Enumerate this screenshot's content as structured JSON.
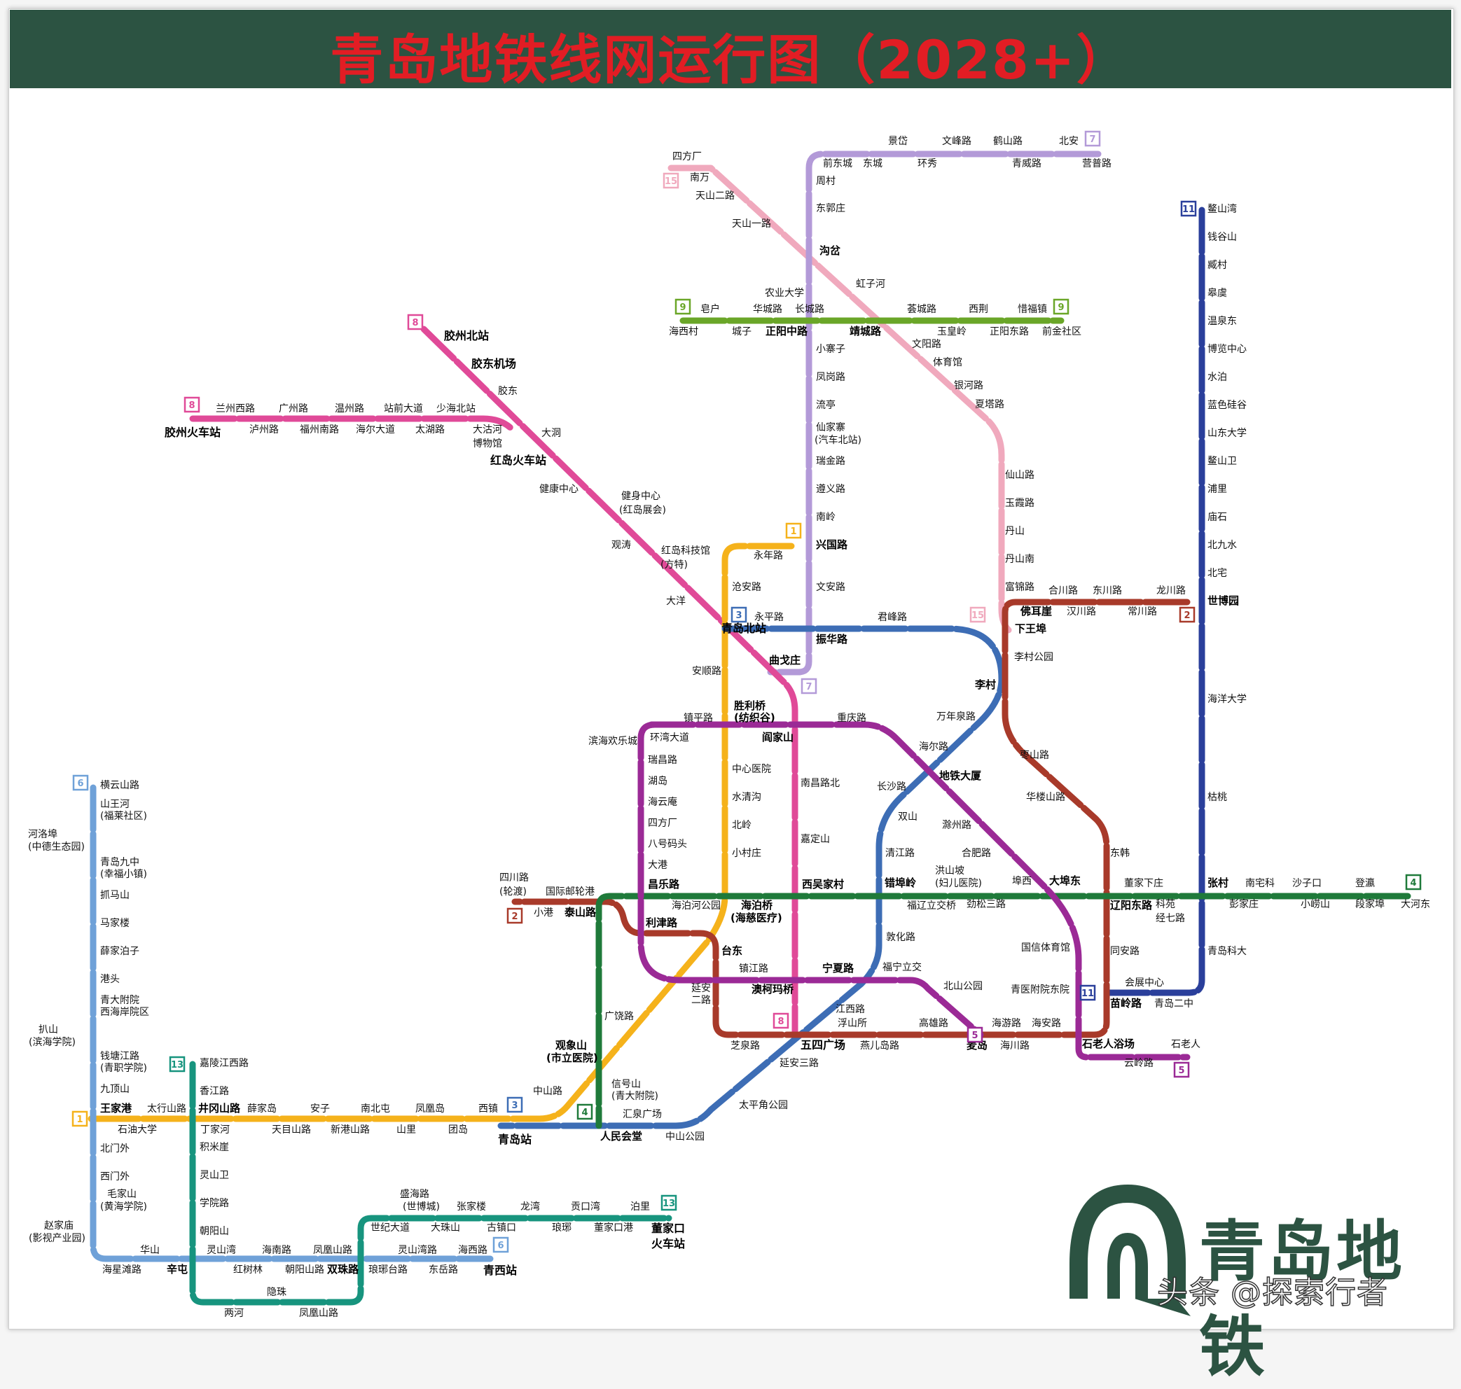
{
  "title": "青岛地铁线网运行图（2028+）",
  "logo": {
    "text": "青岛地铁",
    "color": "#2c5342"
  },
  "watermark": "头条 @探索行者",
  "lines": {
    "1": "#f5b21b",
    "2": "#a83a2a",
    "3": "#3d6db5",
    "4": "#1f7a3a",
    "5": "#9b2a96",
    "6": "#6fa1d8",
    "7": "#b39ad8",
    "8": "#e04a98",
    "9": "#6aa628",
    "11": "#2a3f9b",
    "13": "#17947e",
    "15": "#f0a9bd"
  },
  "badges": [
    "1",
    "1",
    "2",
    "2",
    "3",
    "3",
    "4",
    "4",
    "5",
    "5",
    "6",
    "6",
    "7",
    "7",
    "8",
    "8",
    "8",
    "9",
    "9",
    "11",
    "11",
    "13",
    "13",
    "15",
    "15"
  ],
  "stations": [
    "四方厂",
    "南万",
    "天山二路",
    "天山一路",
    "沟岔",
    "虹子河",
    "文阳路",
    "体育馆",
    "银河路",
    "夏塔路",
    "仙山路",
    "玉霞路",
    "丹山",
    "丹山南",
    "富锦路",
    "景岱",
    "文峰路",
    "鹤山路",
    "北安",
    "前东城",
    "东城",
    "环秀",
    "青威路",
    "营普路",
    "周村",
    "东郭庄",
    "农业大学",
    "小寨子",
    "凤岗路",
    "流亭",
    "仙家寨",
    "(汽车北站)",
    "瑞金路",
    "遵义路",
    "南岭",
    "兴国路",
    "文安路",
    "振华路",
    "曲戈庄",
    "皂户",
    "华城路",
    "长城路",
    "荟城路",
    "西荆",
    "惜福镇",
    "海西村",
    "城子",
    "正阳中路",
    "靖城路",
    "玉皇岭",
    "正阳东路",
    "前金社区",
    "鳌山湾",
    "钱谷山",
    "臧村",
    "皋虞",
    "温泉东",
    "博览中心",
    "水泊",
    "蓝色硅谷",
    "山东大学",
    "鳌山卫",
    "浦里",
    "庙石",
    "北九水",
    "北宅",
    "世博园",
    "海洋大学",
    "枯桃",
    "青岛科大",
    "会展中心",
    "青岛二中",
    "胶州北站",
    "胶东机场",
    "胶东",
    "大洞",
    "大沽河",
    "博物馆",
    "红岛火车站",
    "健康中心",
    "健身中心",
    "(红岛展会)",
    "观涛",
    "红岛科技馆",
    "(方特)",
    "大洋",
    "青岛北站",
    "兰州西路",
    "广州路",
    "温州路",
    "站前大道",
    "少海北站",
    "胶州火车站",
    "泸州路",
    "福州南路",
    "海尔大道",
    "太湖路",
    "永年路",
    "沧安路",
    "永平路",
    "君峰路",
    "安顺路",
    "胜利桥",
    "(纺织谷)",
    "中心医院",
    "水清沟",
    "北岭",
    "小村庄",
    "海泊桥",
    "(海慈医疗)",
    "台东",
    "延安",
    "二路",
    "中山路",
    "青岛站",
    "观象山",
    "(市立医院)",
    "合川路",
    "东川路",
    "龙川路",
    "佛耳崖",
    "汉川路",
    "常川路",
    "下王埠",
    "李村公园",
    "李村",
    "枣山路",
    "华楼山路",
    "东韩",
    "辽阳东路",
    "同安路",
    "苗岭路",
    "石老人浴场",
    "国际邮轮港",
    "四川路",
    "(轮渡)",
    "小港",
    "泰山路",
    "利津路",
    "海泊河公园",
    "万年泉路",
    "海尔路",
    "地铁大厦",
    "长沙路",
    "双山",
    "清江路",
    "错埠岭",
    "福辽立交桥",
    "敦化路",
    "福宁立交",
    "宁夏路",
    "江西路",
    "浮山所",
    "五四广场",
    "延安三路",
    "太平角公园",
    "汇泉广场",
    "中山公园",
    "人民会堂",
    "镇平路",
    "重庆路",
    "阎家山",
    "滨海欢乐城",
    "环湾大道",
    "瑞昌路",
    "湖岛",
    "海云庵",
    "四方厂",
    "八号码头",
    "大港",
    "昌乐路",
    "南昌路北",
    "嘉定山",
    "西吴家村",
    "镇江路",
    "澳柯玛桥",
    "北山公园",
    "芝泉路",
    "燕儿岛路",
    "高雄路",
    "麦岛",
    "海游路",
    "海安路",
    "海川路",
    "云岭路",
    "石老人",
    "滁州路",
    "合肥路",
    "大埠东",
    "洪山坡",
    "(妇儿医院)",
    "劲松三路",
    "埠西",
    "董家下庄",
    "科苑",
    "经七路",
    "张村",
    "南宅科",
    "彭家庄",
    "沙子口",
    "小崂山",
    "登瀛",
    "段家埠",
    "大河东",
    "国信体育馆",
    "青医附院东院",
    "广饶路",
    "信号山",
    "(青大附院)",
    "王家港",
    "太行山路",
    "井冈山路",
    "薛家岛",
    "安子",
    "南北屯",
    "凤凰岛",
    "西镇",
    "石油大学",
    "丁家河",
    "天目山路",
    "新港山路",
    "山里",
    "团岛",
    "横云山路",
    "山王河",
    "(福莱社区)",
    "河洛埠",
    "(中德生态园)",
    "青岛九中",
    "(幸福小镇)",
    "抓马山",
    "马家楼",
    "薛家泊子",
    "港头",
    "青大附院",
    "西海岸院区",
    "扒山",
    "(滨海学院)",
    "钱塘江路",
    "(青职学院)",
    "九顶山",
    "北门外",
    "西门外",
    "毛家山",
    "(黄海学院)",
    "赵家庙",
    "(影视产业园)",
    "华山",
    "海星滩路",
    "辛屯",
    "红树林",
    "朝阳山路",
    "双珠路",
    "琅琊台路",
    "东岳路",
    "青西站",
    "灵山湾",
    "海南路",
    "凤凰山路",
    "灵山湾路",
    "海西路",
    "世纪大道",
    "大珠山",
    "古镇口",
    "琅琊",
    "董家口港",
    "盛海路",
    "(世博城)",
    "张家楼",
    "龙湾",
    "贡口湾",
    "泊里",
    "董家口",
    "火车站",
    "嘉陵江西路",
    "香江路",
    "积米崖",
    "灵山卫",
    "学院路",
    "朝阳山",
    "隐珠",
    "两河",
    "凤凰山路"
  ]
}
